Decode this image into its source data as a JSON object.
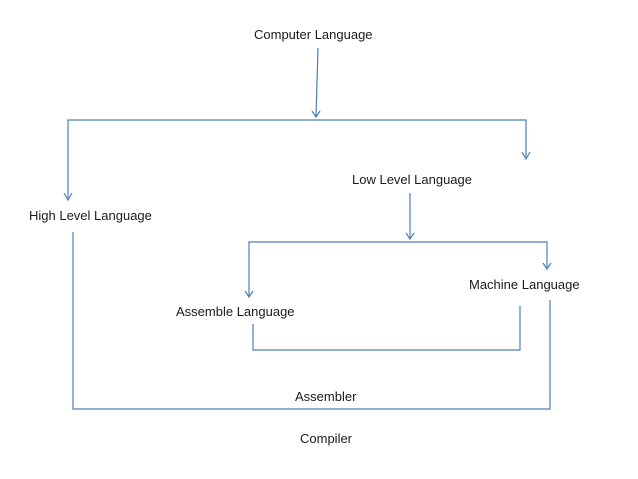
{
  "diagram": {
    "nodes": {
      "computer_language": "Computer Language",
      "low_level_language": "Low Level Language",
      "high_level_language": "High Level Language",
      "machine_language": "Machine Language",
      "assemble_language": "Assemble Language"
    },
    "edge_labels": {
      "assembler": "Assembler",
      "compiler": "Compiler"
    },
    "colors": {
      "connector": "#4f7fb3",
      "text": "#1a1a1a",
      "background": "#ffffff"
    }
  }
}
